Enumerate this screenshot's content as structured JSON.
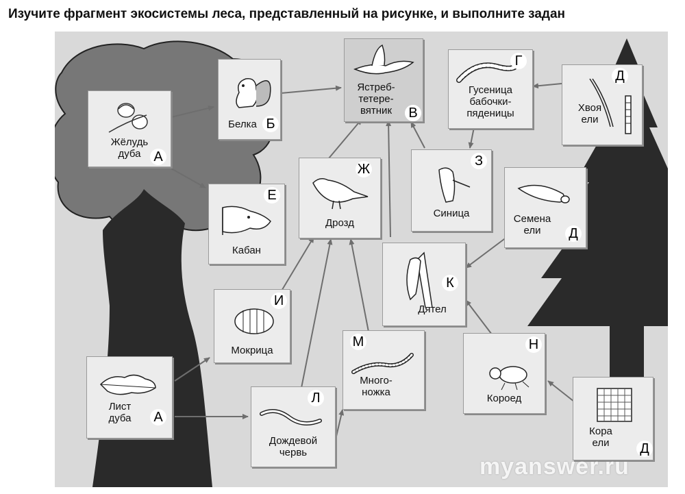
{
  "title": "Изучите фрагмент экосистемы леса, представленный на рисунке, и выполните задан",
  "watermark": "myanswer.ru",
  "cards": {
    "acorn": {
      "label": "Жёлудь\nдуба",
      "letter": "А"
    },
    "squirrel": {
      "label": "Белка",
      "letter": "Б"
    },
    "hawk": {
      "label": "Ястреб-\nтетере-\nвятник",
      "letter": "В"
    },
    "caterpillar": {
      "label": "Гусеница\nбабочки-\nпяденицы",
      "letter": "Г"
    },
    "needles": {
      "label": "Хвоя\nели",
      "letter": "Д"
    },
    "boar": {
      "label": "Кабан",
      "letter": "Е"
    },
    "thrush": {
      "label": "Дрозд",
      "letter": "Ж"
    },
    "tit": {
      "label": "Синица",
      "letter": "З"
    },
    "seeds": {
      "label": "Семена\nели",
      "letter": "Д"
    },
    "woodpecker": {
      "label": "Дятел",
      "letter": "К"
    },
    "woodlouse": {
      "label": "Мокрица",
      "letter": "И"
    },
    "leaf": {
      "label": "Лист\nдуба",
      "letter": "А"
    },
    "centipede": {
      "label": "Много-\nножка",
      "letter": "М"
    },
    "beetle": {
      "label": "Короед",
      "letter": "Н"
    },
    "worm": {
      "label": "Дождевой\nчервь",
      "letter": "Л"
    },
    "bark": {
      "label": "Кора\nели",
      "letter": "Д"
    }
  },
  "colors": {
    "background": "#d9d9d9",
    "tree_dark": "#2a2a2a",
    "card": "#ececec",
    "card_dark": "#cfcfcf",
    "arrow": "#6e6e6e"
  }
}
